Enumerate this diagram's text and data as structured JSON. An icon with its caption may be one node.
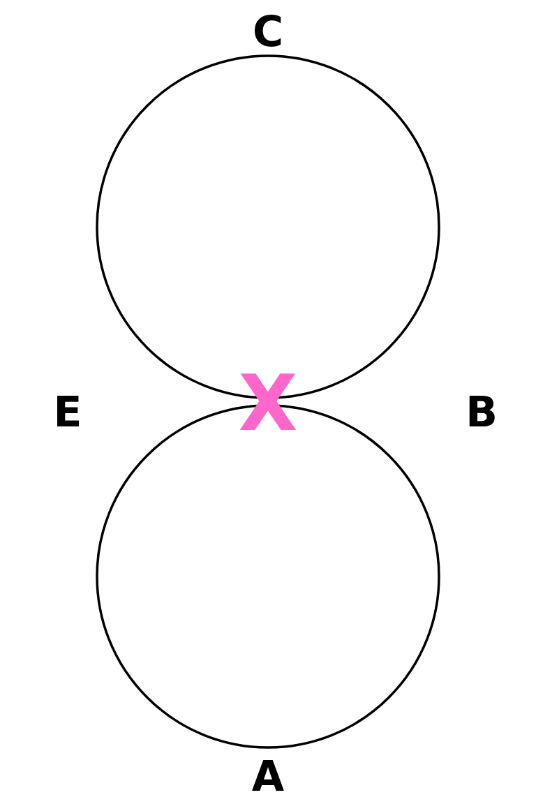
{
  "diagram": {
    "nodes": [
      {
        "text": [],
        "shape": "circle"
      },
      {
        "text": [],
        "shape": "circle"
      }
    ],
    "labels": [
      "C",
      "E",
      "X",
      "B",
      "A"
    ]
  }
}
